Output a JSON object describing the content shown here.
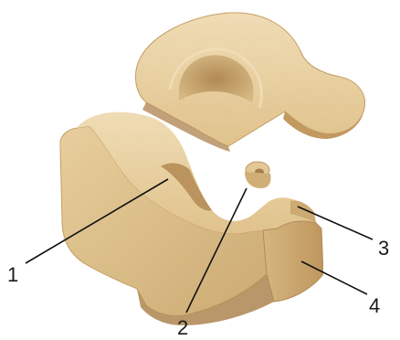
{
  "figure": {
    "colors": {
      "sand_light": "#f2dcae",
      "sand_mid": "#e4c68c",
      "sand_dark": "#c9a468",
      "sand_shadow": "#a98250",
      "leader_line": "#111111"
    },
    "callouts": [
      {
        "label": "1"
      },
      {
        "label": "2"
      },
      {
        "label": "3"
      },
      {
        "label": "4"
      }
    ]
  }
}
